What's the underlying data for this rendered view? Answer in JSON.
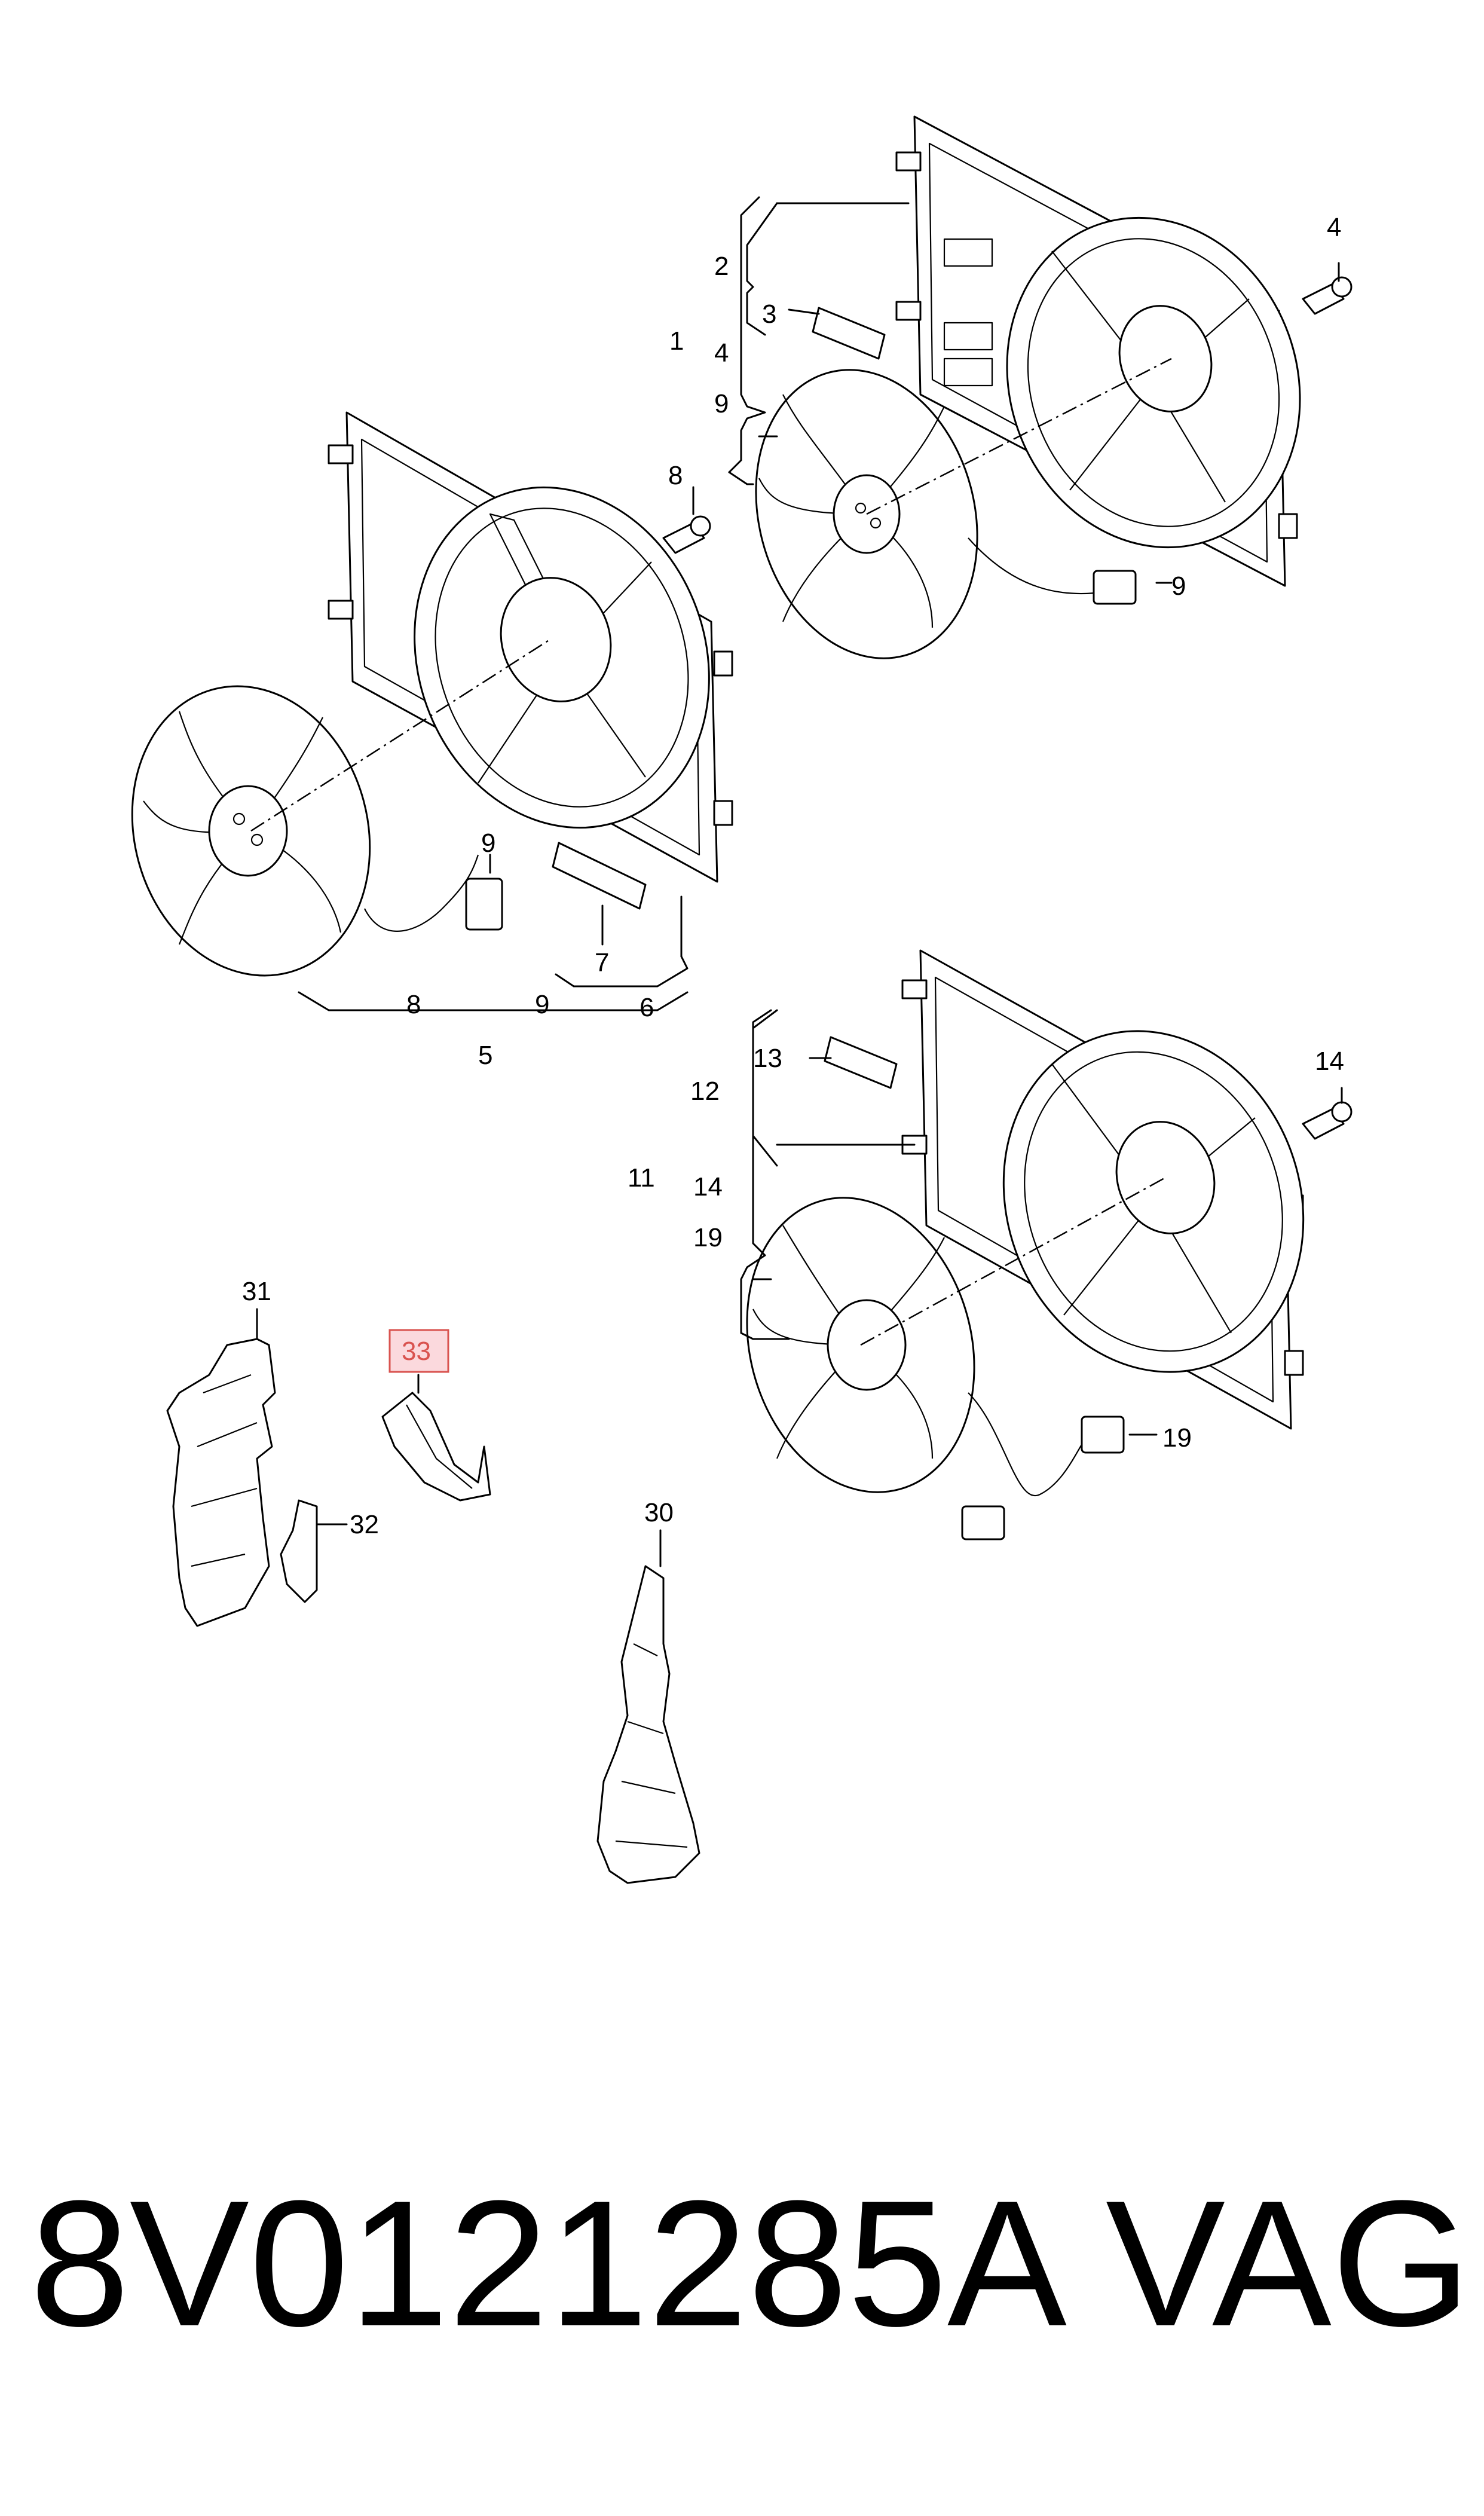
{
  "callouts": [
    {
      "id": "c1",
      "label": "1"
    },
    {
      "id": "c2",
      "label": "2"
    },
    {
      "id": "c3",
      "label": "3"
    },
    {
      "id": "c4a",
      "label": "4"
    },
    {
      "id": "c4b",
      "label": "4"
    },
    {
      "id": "c5",
      "label": "5"
    },
    {
      "id": "c6",
      "label": "6"
    },
    {
      "id": "c7",
      "label": "7"
    },
    {
      "id": "c8a",
      "label": "8"
    },
    {
      "id": "c8b",
      "label": "8"
    },
    {
      "id": "c9a",
      "label": "9"
    },
    {
      "id": "c9b",
      "label": "9"
    },
    {
      "id": "c9c",
      "label": "9"
    },
    {
      "id": "c9d",
      "label": "9"
    },
    {
      "id": "c11",
      "label": "11"
    },
    {
      "id": "c12",
      "label": "12"
    },
    {
      "id": "c13",
      "label": "13"
    },
    {
      "id": "c14a",
      "label": "14"
    },
    {
      "id": "c14b",
      "label": "14"
    },
    {
      "id": "c19a",
      "label": "19"
    },
    {
      "id": "c19b",
      "label": "19"
    },
    {
      "id": "c30",
      "label": "30"
    },
    {
      "id": "c31",
      "label": "31"
    },
    {
      "id": "c32",
      "label": "32"
    },
    {
      "id": "c33",
      "label": "33",
      "highlighted": true
    }
  ],
  "highlight_color": "#d9534f",
  "highlight_fill": "#fbd9dd",
  "footer": {
    "part_number": "8V0121285A",
    "brand": "VAG"
  }
}
